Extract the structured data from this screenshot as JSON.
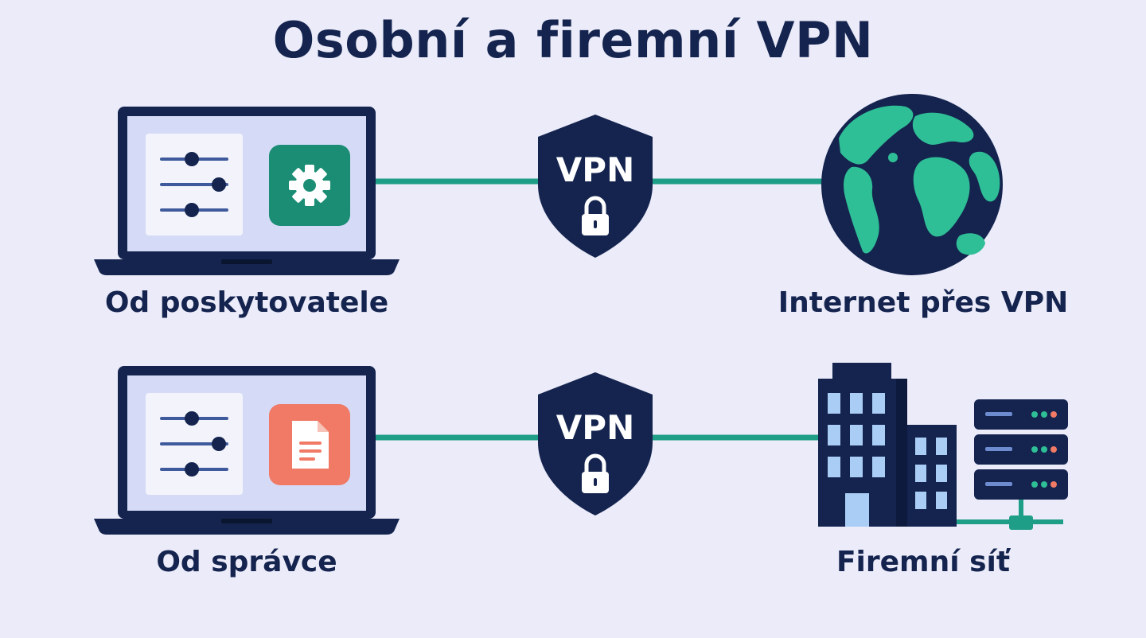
{
  "title": "Osobní a firemní VPN",
  "rows": [
    {
      "device_label": "Od poskytovatele",
      "device_app_icon": "gear-icon",
      "tunnel_label": "VPN",
      "destination_label": "Internet přes VPN",
      "destination_icon": "globe-icon"
    },
    {
      "device_label": "Od správce",
      "device_app_icon": "document-icon",
      "tunnel_label": "VPN",
      "destination_label": "Firemní síť",
      "destination_icon": "office-building-icon"
    }
  ],
  "colors": {
    "background": "#ebebf9",
    "navy": "#14244f",
    "teal": "#1f9e87",
    "globe_land": "#2ebf96",
    "doc_accent": "#f07a66",
    "screen": "#d5dbf7",
    "panel": "#f3f4fb",
    "window_light": "#a9cdf4"
  }
}
